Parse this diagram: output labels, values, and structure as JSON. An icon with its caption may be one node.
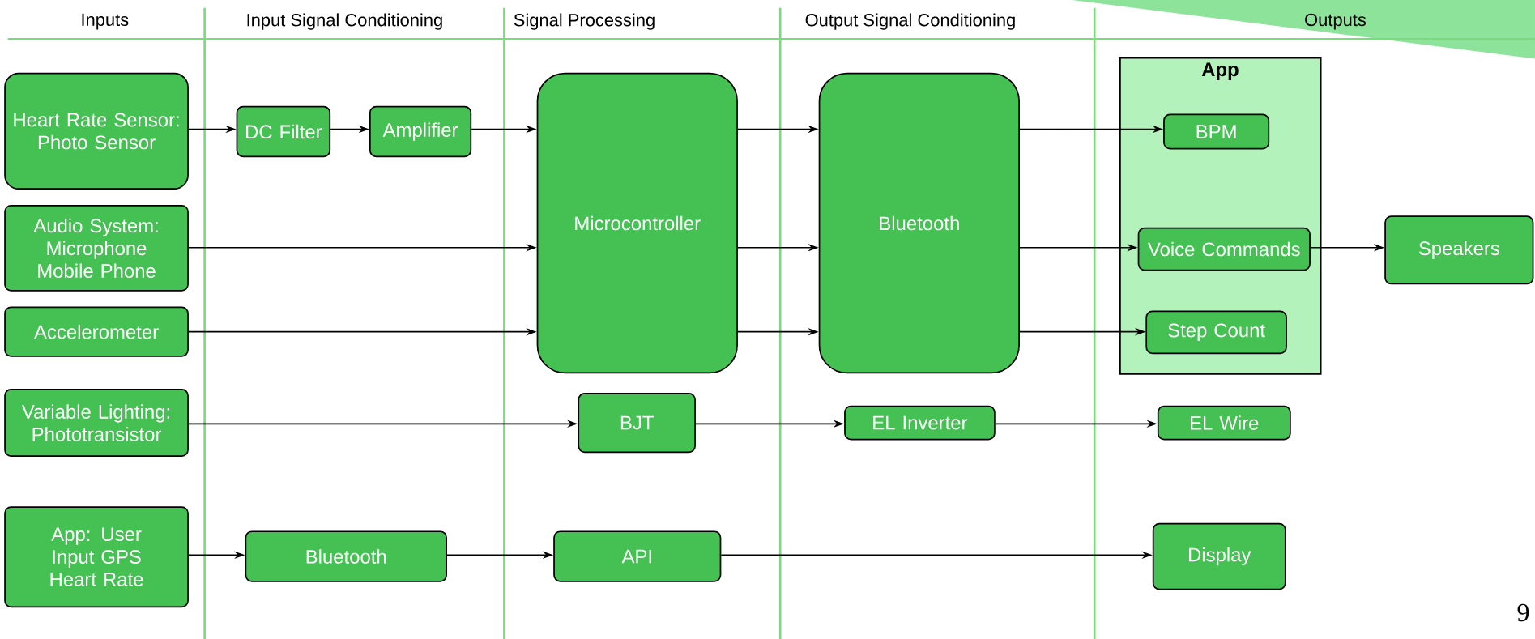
{
  "diagram": {
    "nodes": [
      {
        "text": [
          "Heart Rate Sensor: Photo Sensor"
        ]
      },
      {
        "text": [
          "DC Filter"
        ]
      },
      {
        "text": [
          "Amplifier"
        ]
      },
      {
        "text": [
          "Microcontroller"
        ]
      },
      {
        "text": [
          "Bluetooth"
        ]
      },
      {
        "text": [
          "App"
        ]
      },
      {
        "text": [
          "BPM"
        ],
        "in": 5
      },
      {
        "text": [
          "Voice Commands"
        ],
        "in": 5
      },
      {
        "text": [
          "Step Count"
        ],
        "in": 5
      },
      {
        "text": [
          "Speakers"
        ]
      },
      {
        "text": [
          "Audio System: Microphone Mobile Phone"
        ]
      },
      {
        "text": [
          "Accelerometer"
        ]
      },
      {
        "text": [
          "Variable Lighting: Phototransistor"
        ]
      },
      {
        "text": [
          "BJT"
        ]
      },
      {
        "text": [
          "EL Inverter"
        ]
      },
      {
        "text": [
          "EL Wire"
        ]
      },
      {
        "text": [
          "App: User Input GPS Heart Rate"
        ]
      },
      {
        "text": [
          "Bluetooth"
        ]
      },
      {
        "text": [
          "API"
        ]
      },
      {
        "text": [
          "Display"
        ]
      }
    ],
    "edges": [
      {
        "from": 0,
        "to": 1,
        "arrow": "to"
      },
      {
        "from": 1,
        "to": 2,
        "arrow": "to"
      },
      {
        "from": 2,
        "to": 3,
        "arrow": "to"
      },
      {
        "from": 10,
        "to": 3,
        "arrow": "to"
      },
      {
        "from": 11,
        "to": 3,
        "arrow": "to"
      },
      {
        "from": 3,
        "to": 4,
        "arrow": "to"
      },
      {
        "from": 3,
        "to": 4,
        "arrow": "to"
      },
      {
        "from": 3,
        "to": 4,
        "arrow": "to"
      },
      {
        "from": 4,
        "to": 6,
        "arrow": "to"
      },
      {
        "from": 4,
        "to": 7,
        "arrow": "to"
      },
      {
        "from": 4,
        "to": 8,
        "arrow": "to"
      },
      {
        "from": 7,
        "to": 9,
        "arrow": "to"
      },
      {
        "from": 12,
        "to": 13,
        "arrow": "to"
      },
      {
        "from": 13,
        "to": 14,
        "arrow": "to"
      },
      {
        "from": 14,
        "to": 15,
        "arrow": "to"
      },
      {
        "from": 16,
        "to": 17,
        "arrow": "to"
      },
      {
        "from": 17,
        "to": 18,
        "arrow": "to"
      },
      {
        "from": 18,
        "to": 19,
        "arrow": "to"
      }
    ],
    "labels": [
      "Inputs",
      "Input Signal Conditioning",
      "Signal Processing",
      "Output Signal Conditioning",
      "Outputs",
      "9"
    ]
  }
}
